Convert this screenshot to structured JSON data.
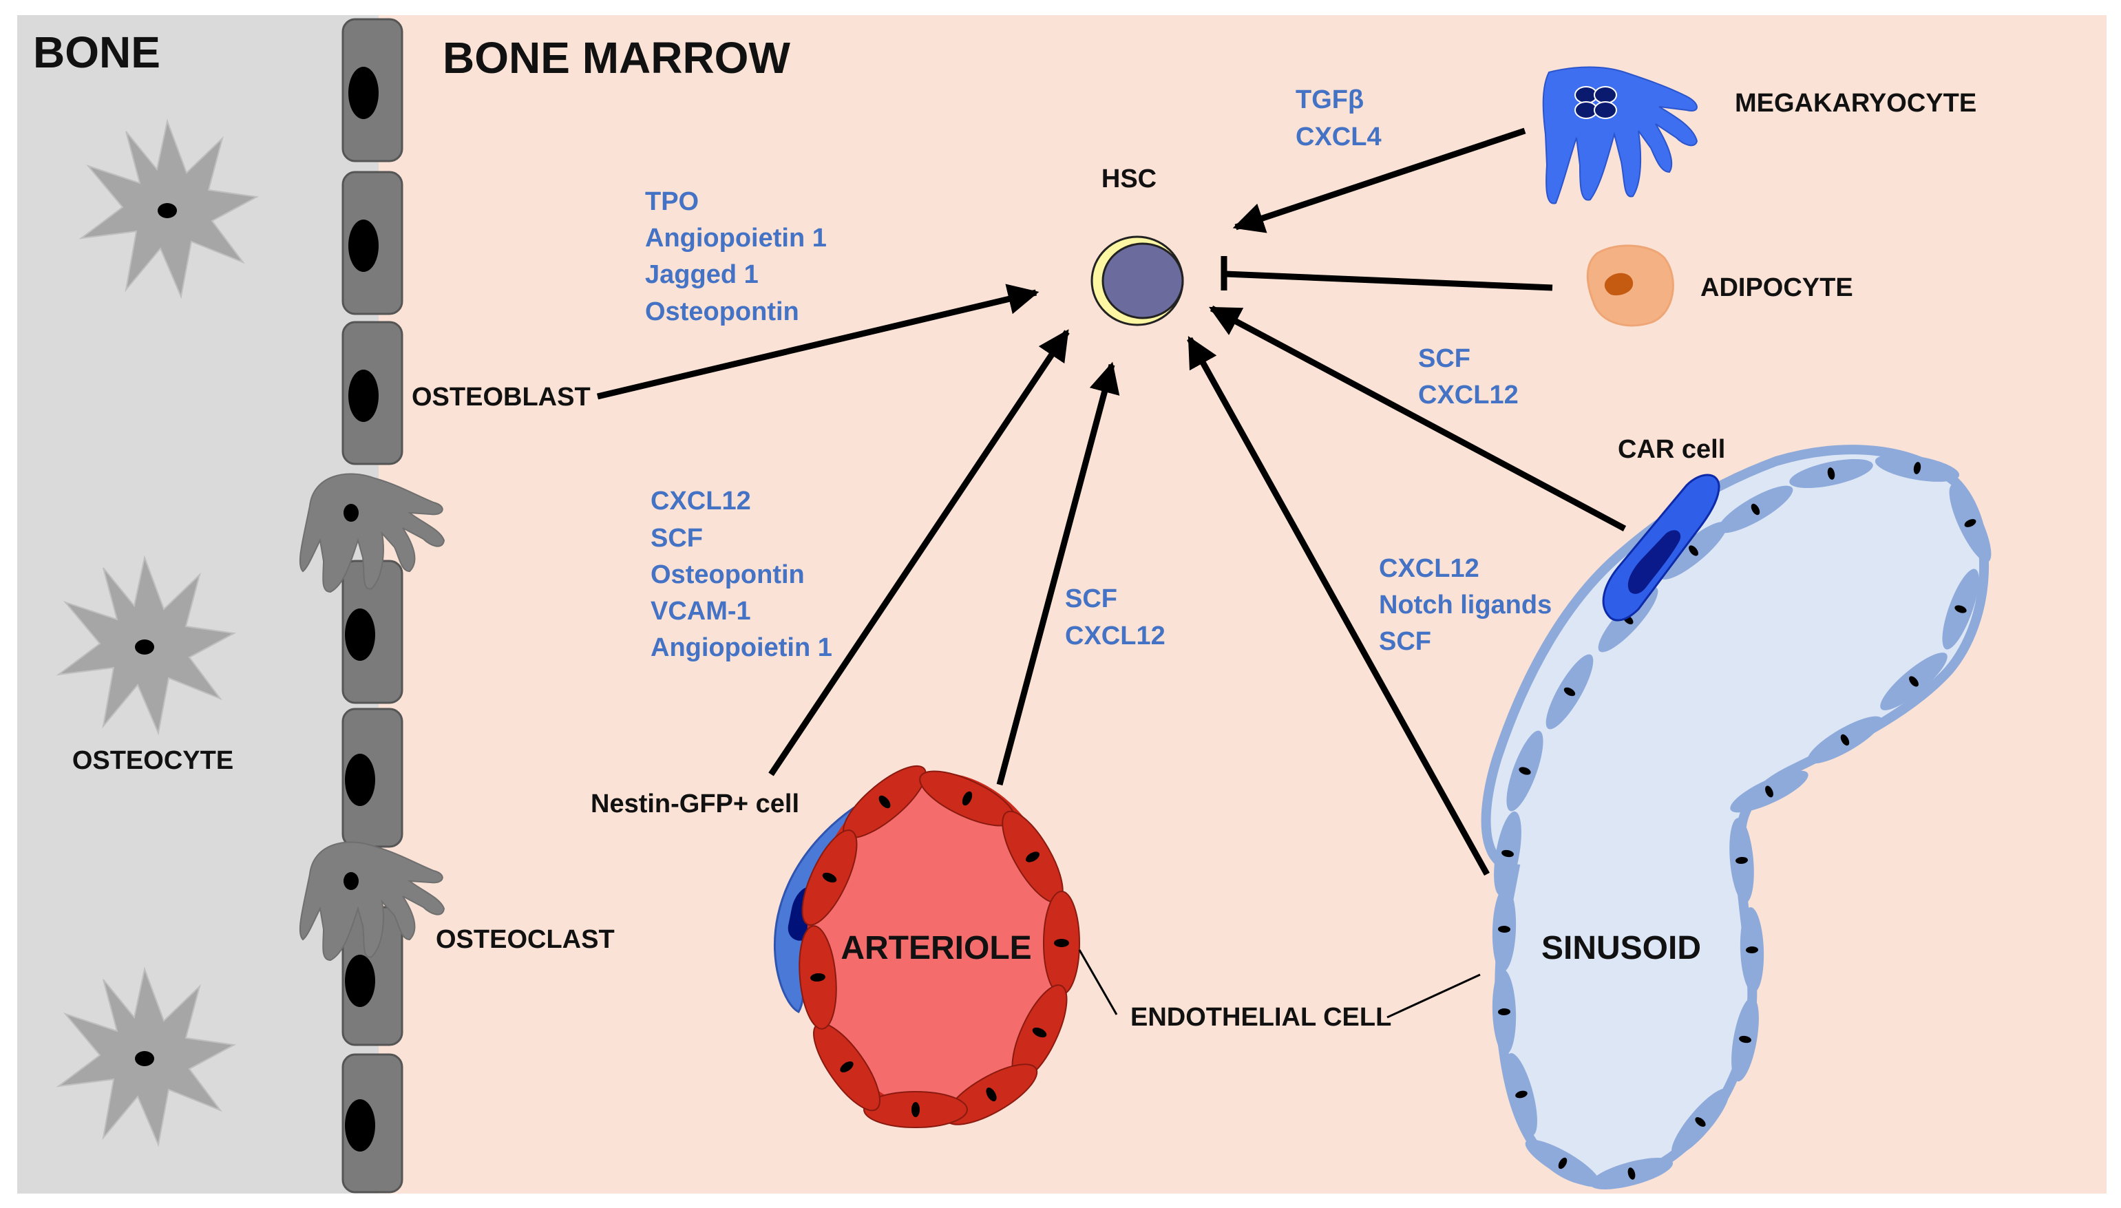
{
  "regions": {
    "bone": "BONE",
    "marrow": "BONE MARROW"
  },
  "cells": {
    "hsc": "HSC",
    "osteoblast": "OSTEOBLAST",
    "osteocyte": "OSTEOCYTE",
    "osteoclast": "OSTEOCLAST",
    "megakaryocyte": "MEGAKARYOCYTE",
    "adipocyte": "ADIPOCYTE",
    "car_cell": "CAR cell",
    "nestin_cell": "Nestin-GFP+ cell",
    "endothelial_cell": "ENDOTHELIAL CELL"
  },
  "vessels": {
    "arteriole": "ARTERIOLE",
    "sinusoid": "SINUSOID"
  },
  "factors": {
    "osteoblast": [
      "TPO",
      "Angiopoietin 1",
      "Jagged 1",
      "Osteopontin"
    ],
    "megakaryocyte": [
      "TGFβ",
      "CXCL4"
    ],
    "car_cell": [
      "SCF",
      "CXCL12"
    ],
    "nestin": [
      "CXCL12",
      "SCF",
      "Osteopontin",
      "VCAM-1",
      "Angiopoietin 1"
    ],
    "arteriole": [
      "SCF",
      "CXCL12"
    ],
    "sinusoid": [
      "CXCL12",
      "Notch ligands",
      "SCF"
    ]
  },
  "colors": {
    "bone_bg": "#dadada",
    "marrow_bg": "#fae3d6",
    "label_blue": "#4472c4",
    "arteriole_fill": "#f46c6c",
    "arteriole_cell": "#cc2a1a",
    "sinusoid_fill": "#dde6f5",
    "sinusoid_cell": "#8eaadb",
    "megakaryocyte": "#3d6ff0",
    "adipocyte": "#f4b183",
    "car_cell": "#2f5fe8",
    "hsc_outer": "#fdf6a3",
    "hsc_inner": "#6b6b9e"
  }
}
